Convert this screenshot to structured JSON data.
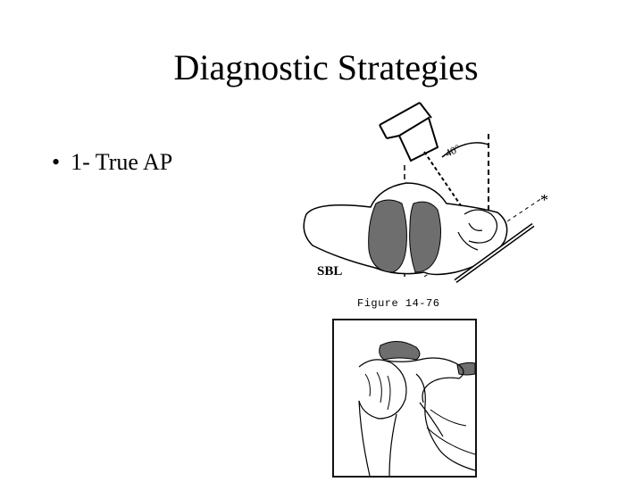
{
  "slide": {
    "title": "Diagnostic Strategies",
    "bullets": [
      {
        "marker": "•",
        "text": "1- True AP"
      }
    ]
  },
  "figure": {
    "caption": "Figure 14-76",
    "label_sbl": "SBL",
    "angle_label": "40°",
    "star_mark": "*"
  },
  "colors": {
    "background": "#ffffff",
    "text": "#000000",
    "shading": "#6e6e6e"
  }
}
